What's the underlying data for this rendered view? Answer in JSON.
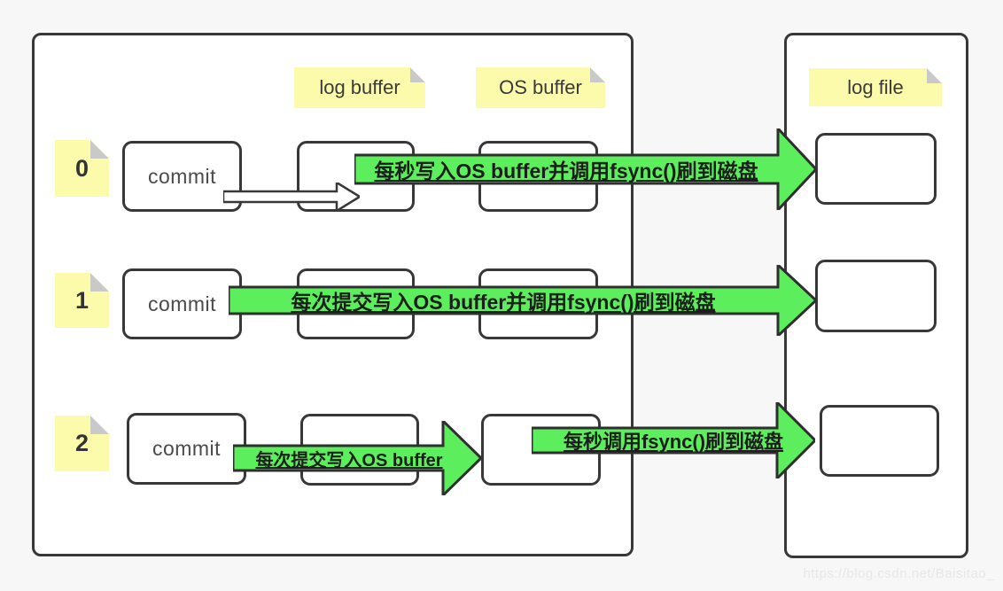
{
  "diagram_title": "innodb flush log at trx commit modes",
  "colors": {
    "background": "#f7f7f7",
    "arrow_green": "#5cee5c",
    "border_dark": "#383838",
    "sticky_yellow": "#fbfbab",
    "sticky_fold_gray": "#c9c9c9",
    "box_fill": "#ffffff",
    "watermark_gray": "#e7e7e7"
  },
  "columns": [
    {
      "label": "log buffer"
    },
    {
      "label": "OS buffer"
    },
    {
      "label": "log file"
    }
  ],
  "rows": [
    {
      "num": "0",
      "commit": "commit",
      "arrow": "每秒写入OS buffer并调用fsync()刷到磁盘"
    },
    {
      "num": "1",
      "commit": "commit",
      "arrow": "每次提交写入OS buffer并调用fsync()刷到磁盘"
    },
    {
      "num": "2",
      "commit": "commit",
      "arrow_a": "每次提交写入OS buffer",
      "arrow_b": "每秒调用fsync()刷到磁盘"
    }
  ],
  "watermark": "https://blog.csdn.net/Baisitao_"
}
